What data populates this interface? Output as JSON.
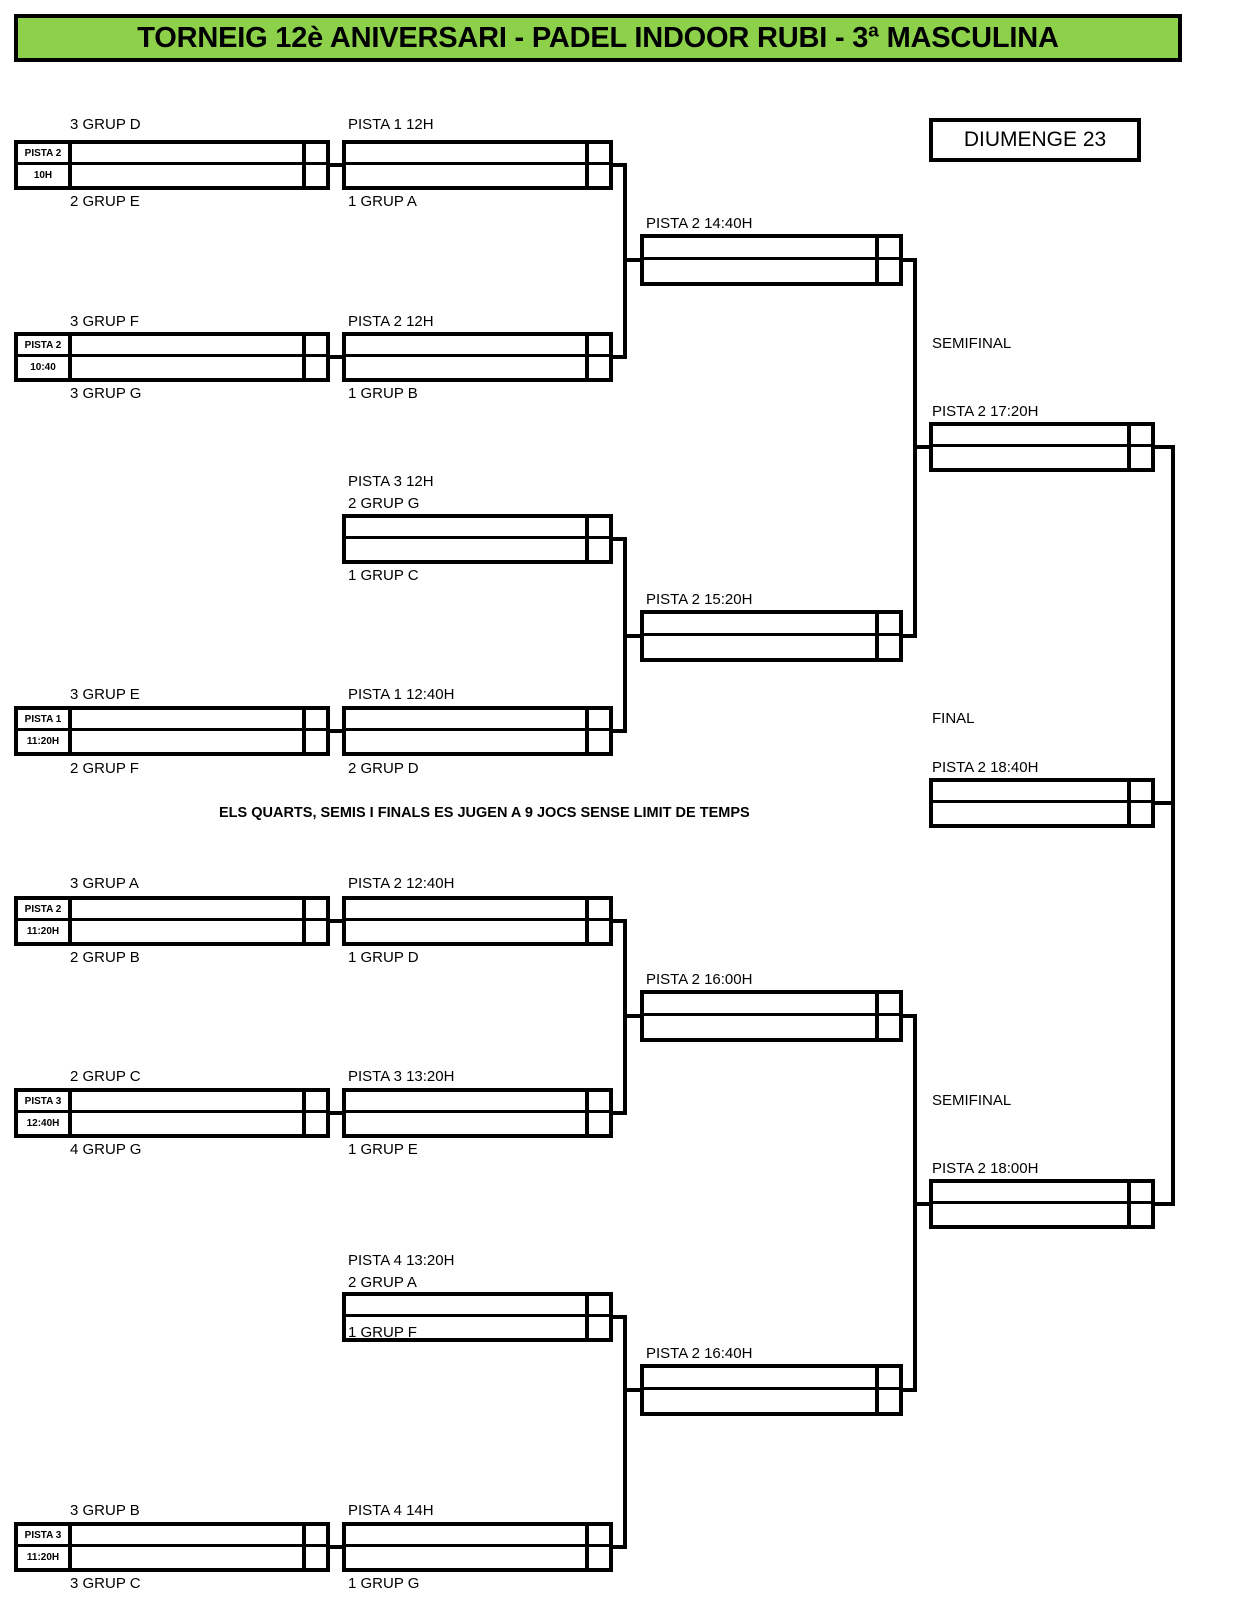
{
  "colors": {
    "accent_green": "#8DD04A",
    "line": "#000000",
    "background": "#FFFFFF"
  },
  "header": {
    "title": "TORNEIG 12è ANIVERSARI - PADEL INDOOR RUBI - 3ª MASCULINA",
    "day_label": "DIUMENGE 23"
  },
  "note": "ELS QUARTS, SEMIS I FINALS ES JUGEN A 9 JOCS SENSE LIMIT DE TEMPS",
  "round_titles": {
    "semifinal_top": "SEMIFINAL",
    "semifinal_bottom": "SEMIFINAL",
    "final": "FINAL"
  },
  "round1": [
    {
      "court": "PISTA 2",
      "time": "10H",
      "top_seed": "3 GRUP D",
      "bottom_seed": "2 GRUP E"
    },
    {
      "court": "PISTA 2",
      "time": "10:40",
      "top_seed": "3 GRUP F",
      "bottom_seed": "3 GRUP G"
    },
    {
      "court": "PISTA 1",
      "time": "11:20H",
      "top_seed": "3 GRUP E",
      "bottom_seed": "2 GRUP F"
    },
    {
      "court": "PISTA 2",
      "time": "11:20H",
      "top_seed": "3 GRUP A",
      "bottom_seed": "2 GRUP B"
    },
    {
      "court": "PISTA 3",
      "time": "12:40H",
      "top_seed": "2 GRUP C",
      "bottom_seed": "4 GRUP G"
    },
    {
      "court": "PISTA 3",
      "time": "11:20H",
      "top_seed": "3 GRUP B",
      "bottom_seed": "3 GRUP C"
    }
  ],
  "round2": [
    {
      "header": "PISTA 1     12H",
      "top_seed": "",
      "bottom_seed": "1 GRUP A"
    },
    {
      "header": "PISTA 2     12H",
      "top_seed": "",
      "bottom_seed": "1 GRUP B"
    },
    {
      "header": "PISTA 3     12H",
      "top_seed": "2 GRUP G",
      "bottom_seed": "1 GRUP C"
    },
    {
      "header": "PISTA 1     12:40H",
      "top_seed": "",
      "bottom_seed": "2 GRUP D"
    },
    {
      "header": "PISTA 2     12:40H",
      "top_seed": "",
      "bottom_seed": "1 GRUP D"
    },
    {
      "header": "PISTA 3     13:20H",
      "top_seed": "",
      "bottom_seed": "1 GRUP E"
    },
    {
      "header": "PISTA 4     13:20H",
      "top_seed": "2 GRUP A",
      "bottom_seed": "1 GRUP F"
    },
    {
      "header": "PISTA 4     14H",
      "top_seed": "",
      "bottom_seed": "1 GRUP G"
    }
  ],
  "quarters": [
    {
      "header": "PISTA 2     14:40H"
    },
    {
      "header": "PISTA 2     15:20H"
    },
    {
      "header": "PISTA 2     16:00H"
    },
    {
      "header": "PISTA 2     16:40H"
    }
  ],
  "semis": [
    {
      "header": "PISTA 2     17:20H"
    },
    {
      "header": "PISTA 2     18:00H"
    }
  ],
  "final": {
    "header": "PISTA 2     18:40H"
  }
}
